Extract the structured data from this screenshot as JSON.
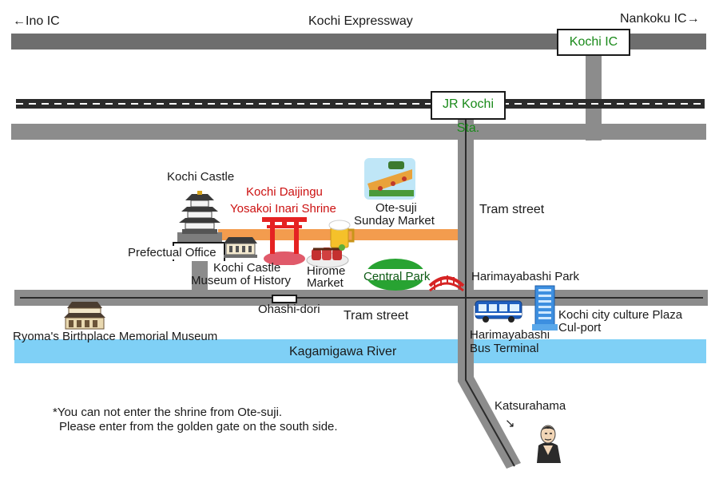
{
  "labels": {
    "ino_ic": "←Ino IC",
    "kochi_expressway": "Kochi Expressway",
    "nankoku_ic": "Nankoku IC→",
    "kochi_ic": "Kochi IC",
    "jr_kochi_sta": "JR Kochi Sta.",
    "kochi_castle": "Kochi Castle",
    "kochi_daijingu": "Kochi Daijingu",
    "yosakoi_inari": "Yosakoi Inari Shrine",
    "otesuji_line1": "Ote-suji",
    "otesuji_line2": "Sunday Market",
    "tram_street_vertical": "Tram street",
    "prefectual_office": "Prefectual Office",
    "museum_history_line1": "Kochi Castle",
    "museum_history_line2": "Museum of History",
    "hirome_line1": "Hirome",
    "hirome_line2": "Market",
    "central_park": "Central Park",
    "harimayabashi_park": "Harimayabashi Park",
    "ohashi_dori": "Ohashi-dori",
    "tram_street_horizontal": "Tram street",
    "culture_plaza_line1": "Kochi city culture Plaza",
    "culture_plaza_line2": "Cul-port",
    "ryoma_museum": "Ryoma's Birthplace Memorial Museum",
    "bus_terminal_line1": "Harimayabashi",
    "bus_terminal_line2": "Bus Terminal",
    "kagamigawa_river": "Kagamigawa River",
    "note_line1": "*You can not enter the shrine from Ote-suji.",
    "note_line2": "Please enter from the golden gate on the south side.",
    "katsurahama": "Katsurahama",
    "katsurahama_arrow": "↘"
  },
  "colors": {
    "road": "#8c8c8c",
    "river": "#7fd0f6",
    "highlight_road": "#f39c4e",
    "label_red": "#cc1111",
    "label_green": "#1a8a1a"
  },
  "icons": [
    "castle-icon",
    "torii-icon",
    "beer-icon",
    "seared-bonito-icon",
    "market-stall-icon",
    "house-icon",
    "bridge-icon",
    "bus-icon",
    "building-icon",
    "ryoma-statue-icon"
  ]
}
